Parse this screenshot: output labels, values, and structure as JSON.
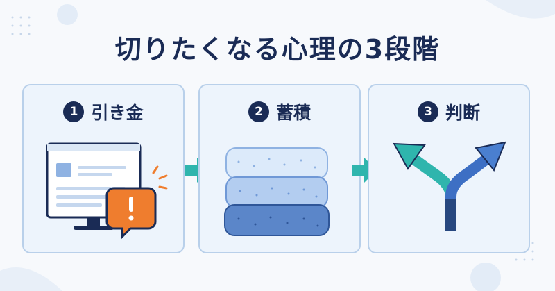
{
  "title": "切りたくなる心理の3段階",
  "steps": [
    {
      "number": "1",
      "label": "引き金",
      "icon": "alert-monitor-icon"
    },
    {
      "number": "2",
      "label": "蓄積",
      "icon": "stacked-layers-icon"
    },
    {
      "number": "3",
      "label": "判断",
      "icon": "fork-arrow-icon"
    }
  ],
  "colors": {
    "navy": "#1a2b55",
    "card_bg": "#edf4fc",
    "card_border": "#b9d0ea",
    "teal": "#2fb5ad",
    "orange": "#ef7d2e",
    "blue": "#4a7fd0"
  }
}
